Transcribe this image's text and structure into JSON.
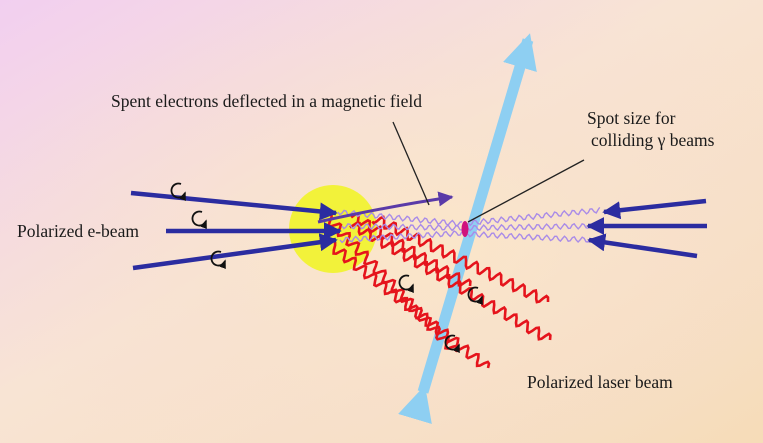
{
  "labels": {
    "spent_electrons": "Spent electrons deflected in a magnetic field",
    "spot_size_line1": "Spot size for",
    "spot_size_line2": "colliding γ beams",
    "polarized_ebeam": "Polarized e-beam",
    "polarized_laser": "Polarized laser beam"
  },
  "colors": {
    "electron_beam": "#2b2ca0",
    "laser_beam": "#e5141c",
    "gamma_beam": "#a98be8",
    "interaction_spot": "#f2f23a",
    "collision_spot": "#d0127c",
    "axis_arrow": "#8ecff2"
  },
  "icons": {
    "polarization": "circular-arrow-icon"
  }
}
